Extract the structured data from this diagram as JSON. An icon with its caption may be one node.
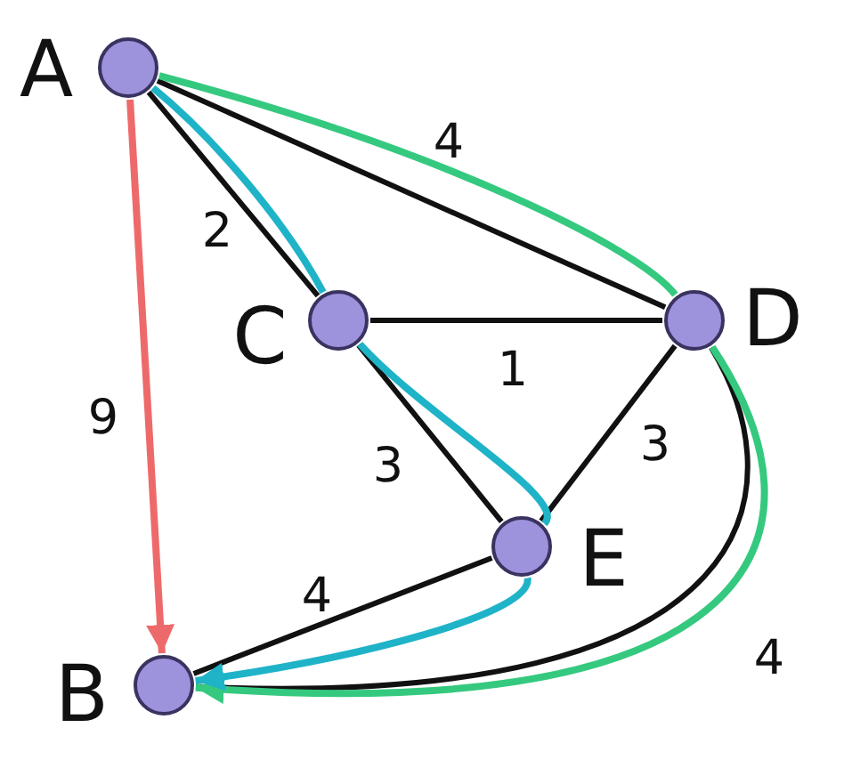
{
  "diagram": {
    "nodes": [
      {
        "text": [
          "A"
        ]
      },
      {
        "text": [
          "C"
        ]
      },
      {
        "text": [
          "D"
        ]
      },
      {
        "text": [
          "E"
        ]
      },
      {
        "text": [
          "B"
        ]
      }
    ],
    "edges": [
      {
        "from": 0,
        "to": 1,
        "arrow": "none",
        "label": "2"
      },
      {
        "from": 0,
        "to": 2,
        "arrow": "none",
        "label": "4"
      },
      {
        "from": 1,
        "to": 2,
        "arrow": "none",
        "label": "1"
      },
      {
        "from": 1,
        "to": 3,
        "arrow": "none",
        "label": "3"
      },
      {
        "from": 2,
        "to": 3,
        "arrow": "none",
        "label": "3"
      },
      {
        "from": 3,
        "to": 4,
        "arrow": "none",
        "label": "4"
      },
      {
        "from": 2,
        "to": 4,
        "arrow": "none",
        "label": "4"
      },
      {
        "from": 0,
        "to": 4,
        "arrow": "to",
        "label": "9",
        "color": "#ee6a6a"
      },
      {
        "from": 0,
        "to": 2,
        "arrow": "none",
        "color": "#35c97f"
      },
      {
        "from": 2,
        "to": 4,
        "arrow": "to",
        "color": "#35c97f"
      },
      {
        "from": 0,
        "to": 1,
        "arrow": "none",
        "color": "#1fb3c8"
      },
      {
        "from": 1,
        "to": 3,
        "arrow": "none",
        "color": "#1fb3c8"
      },
      {
        "from": 3,
        "to": 4,
        "arrow": "to",
        "color": "#1fb3c8"
      }
    ]
  }
}
